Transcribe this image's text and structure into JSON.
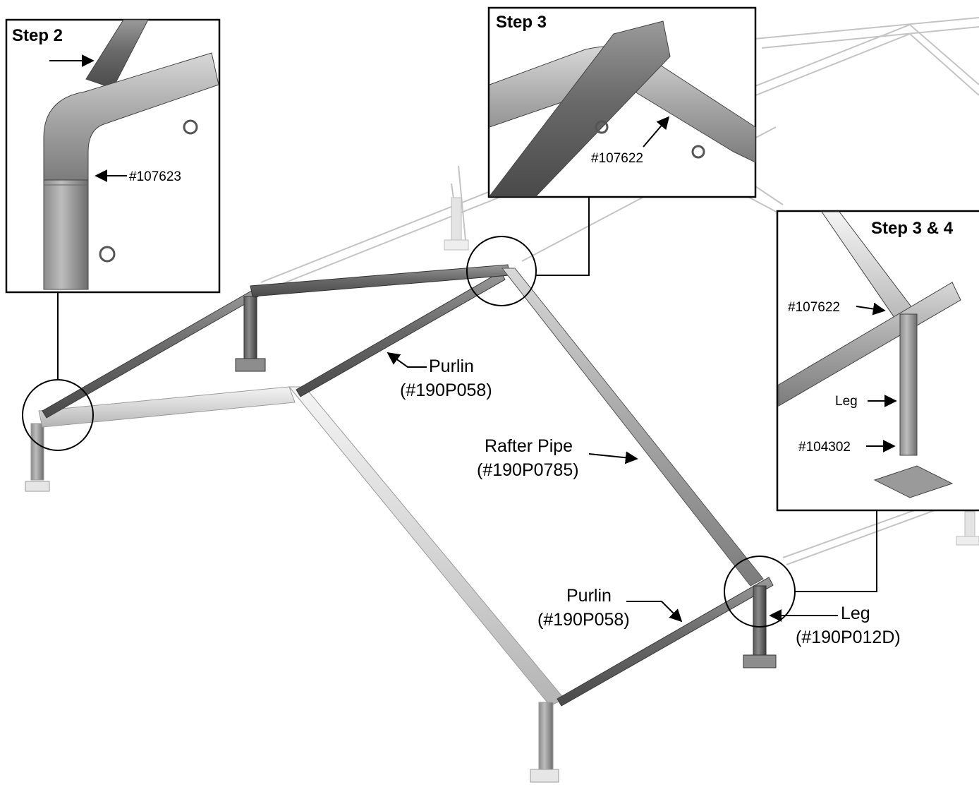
{
  "insets": {
    "step2": {
      "title": "Step 2",
      "part": "#107623"
    },
    "step3": {
      "title": "Step 3",
      "part": "#107622"
    },
    "step34": {
      "title": "Step 3 & 4",
      "part_top": "#107622",
      "leg": "Leg",
      "part_bottom": "#104302"
    }
  },
  "callouts": {
    "purlin_top": {
      "line1": "Purlin",
      "line2": "(#190P058)"
    },
    "rafter": {
      "line1": "Rafter Pipe",
      "line2": "(#190P0785)"
    },
    "purlin_bottom": {
      "line1": "Purlin",
      "line2": "(#190P058)"
    },
    "leg": {
      "line1": "Leg",
      "line2": "(#190P012D)"
    }
  },
  "colors": {
    "dark_pipe": "#7a7a7a",
    "light_pipe": "#dcdcdc",
    "ghost_line": "#c4c4c4",
    "ink": "#000000"
  }
}
